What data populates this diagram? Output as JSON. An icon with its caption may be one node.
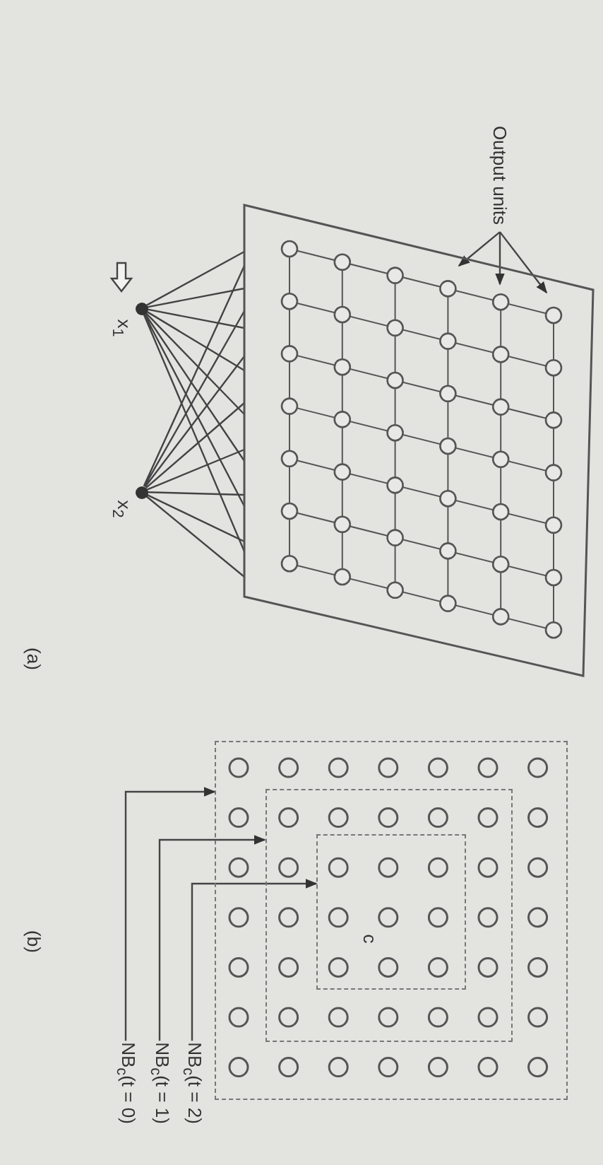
{
  "diagram": {
    "nodes": [
      {
        "text": [
          "Output units"
        ]
      },
      {
        "text": [],
        "shape": "circle",
        "beside": [
          "x$_{1}$"
        ]
      },
      {
        "text": [],
        "shape": "circle",
        "beside": [
          "x$_{2}$"
        ]
      },
      {
        "text": [],
        "shape": "box"
      },
      {
        "text": [],
        "shape": "box"
      },
      {
        "text": [],
        "shape": "box",
        "in": 4
      },
      {
        "text": [],
        "shape": "box",
        "in": 5
      },
      {
        "text": [
          "NB$_{c}$(t = 2)"
        ]
      },
      {
        "text": [
          "NB$_{c}$(t = 1)"
        ]
      },
      {
        "text": [
          "NB$_{c}$(t = 0)"
        ]
      }
    ],
    "edges": [
      {
        "from": 0,
        "to": 3,
        "arrow": "to"
      },
      {
        "from": 0,
        "to": 3,
        "arrow": "to"
      },
      {
        "from": 0,
        "to": 3,
        "arrow": "to"
      },
      {
        "from": 1,
        "to": 3,
        "arrow": "none"
      },
      {
        "from": 2,
        "to": 3,
        "arrow": "none"
      },
      {
        "from": 7,
        "to": 6,
        "arrow": "to"
      },
      {
        "from": 8,
        "to": 5,
        "arrow": "to"
      },
      {
        "from": 9,
        "to": 4,
        "arrow": "to"
      }
    ],
    "labels": [
      "c",
      "(a)",
      "(b)"
    ]
  }
}
